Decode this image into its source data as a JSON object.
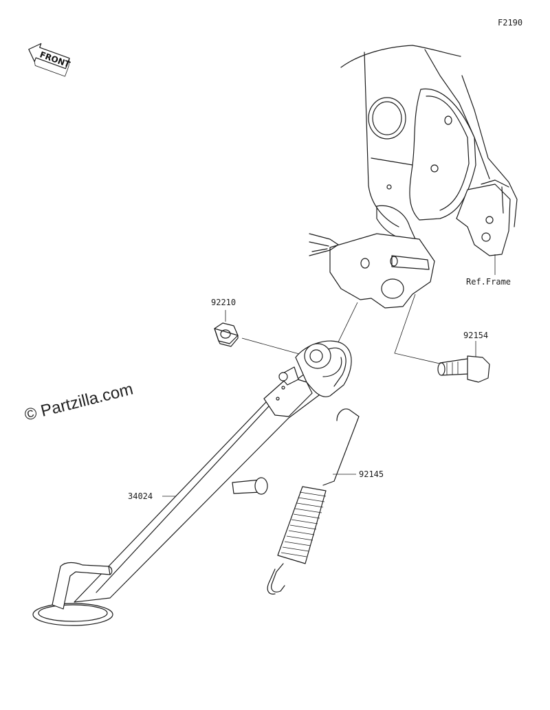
{
  "figure_code": "F2190",
  "watermark": "© Partzilla.com",
  "front_badge": {
    "label": "FRONT",
    "icon": "front-arrow-icon"
  },
  "reference_label": "Ref.Frame",
  "parts": [
    {
      "number": "92210",
      "part": "nut"
    },
    {
      "number": "92154",
      "part": "bolt"
    },
    {
      "number": "92145",
      "part": "spring"
    },
    {
      "number": "34024",
      "part": "side-stand"
    }
  ]
}
